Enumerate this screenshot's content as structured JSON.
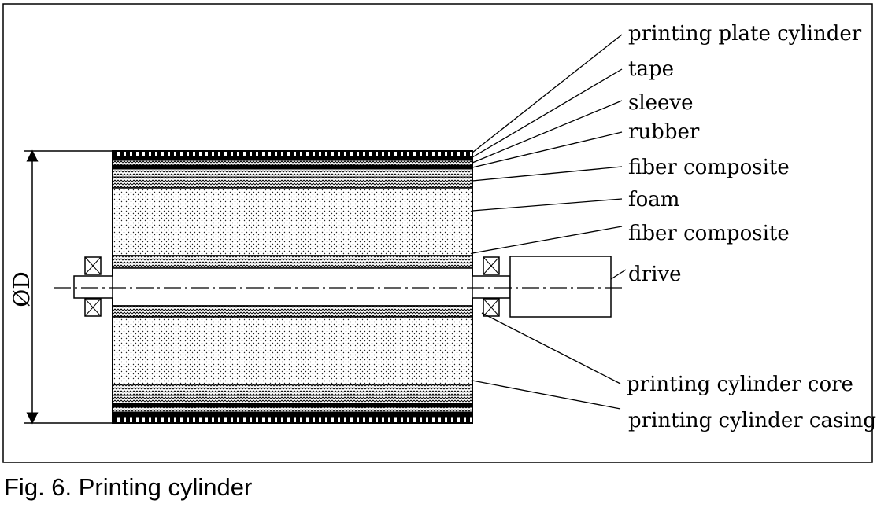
{
  "caption": "Fig. 6. Printing cylinder",
  "dimension_label": "ØD",
  "labels": {
    "printing_plate_cylinder": "printing plate cylinder",
    "tape": "tape",
    "sleeve": "sleeve",
    "rubber": "rubber",
    "fiber_composite_outer": "fiber composite",
    "foam": "foam",
    "fiber_composite_inner": "fiber composite",
    "drive": "drive",
    "printing_cylinder_core": "printing cylinder core",
    "printing_cylinder_casing": "printing cylinder casing"
  },
  "colors": {
    "line": "#000000",
    "background": "#ffffff"
  }
}
